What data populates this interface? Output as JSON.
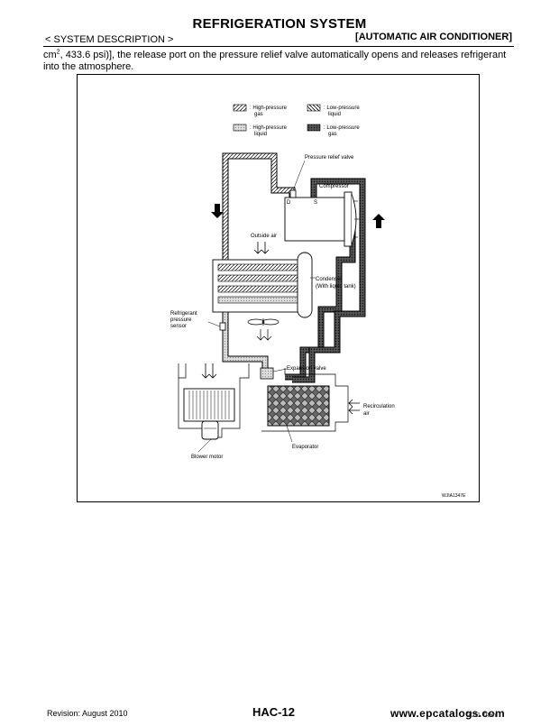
{
  "header": {
    "title": "REFRIGERATION SYSTEM",
    "section_left": "< SYSTEM DESCRIPTION >",
    "section_right": "[AUTOMATIC AIR CONDITIONER]"
  },
  "body": {
    "unit_prefix": "cm",
    "unit_sup": "2",
    "text_rest": ", 433.6 psi)], the release port on the pressure relief valve automatically opens and releases refrigerant into the atmosphere."
  },
  "figure": {
    "legend": {
      "hp_gas_1": ": High-pressure",
      "hp_gas_2": "gas",
      "lp_liq_1": ": Low-pressure",
      "lp_liq_2": "liquid",
      "hp_liq_1": ": High-pressure",
      "hp_liq_2": "liquid",
      "lp_gas_1": ": Low-pressure",
      "lp_gas_2": "gas"
    },
    "labels": {
      "pressure_relief_valve": "Pressure relief valve",
      "compressor": "Compressor",
      "port_d": "D",
      "port_s": "S",
      "outside_air": "Outside air",
      "condenser_1": "Condenser",
      "condenser_2": "(With liquid tank)",
      "sensor_1": "Refrigerant",
      "sensor_2": "pressure",
      "sensor_3": "sensor",
      "expansion_valve": "Expansion valve",
      "recirc_1": "Recirculation",
      "recirc_2": "air",
      "evaporator": "Evaporator",
      "blower_motor": "Blower motor",
      "code": "WJIA1347E"
    }
  },
  "footer": {
    "revision": "Revision: August 2010",
    "page": "HAC-12",
    "watermark": "www.epcatalogs.com",
    "model": "2011 Titan"
  }
}
